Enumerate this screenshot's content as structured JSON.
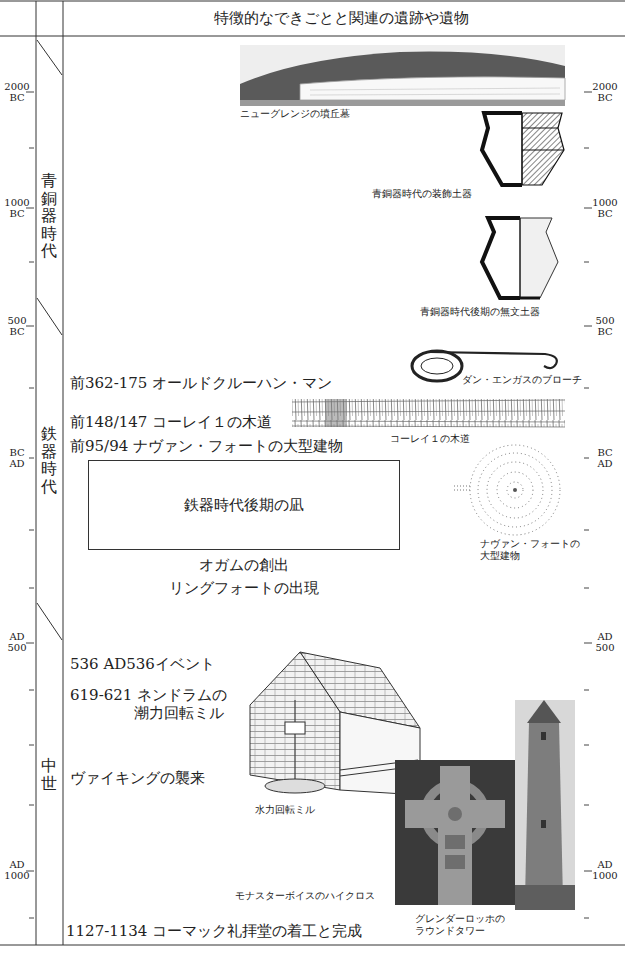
{
  "diagram": {
    "title": "特徴的なできごとと関連の遺跡や遺物",
    "nodes": [
      {
        "text": [
          "鉄器時代後期の凪"
        ]
      }
    ],
    "labels": [
      "2000 BC",
      "1000 BC",
      "500 BC",
      "BC AD",
      "AD 500",
      "AD 1000",
      "青銅器時代",
      "鉄器時代",
      "中世",
      "2000 BC",
      "1000 BC",
      "500 BC",
      "BC AD",
      "AD 500",
      "AD 1000",
      "ニューグレンジの墳丘墓",
      "青銅器時代の装飾土器",
      "青銅器時代後期の無文土器",
      "前362-175 オールドクルーハン・マン",
      "ダン・エンガスのブローチ",
      "前148/147 コーレイ１の木道",
      "コーレイ１の木道",
      "前95/94 ナヴァン・フォートの大型建物",
      "ナヴァン・フォートの 大型建物",
      "オガムの創出",
      "リングフォートの出現",
      "536 AD536イベント",
      "619-621 ネンドラムの 潮力回転ミル",
      "ヴァイキングの襲来",
      "水力回転ミル",
      "モナスターボイスのハイクロス",
      "グレンダーロッホの ラウンドタワー",
      "1127-1134 コーマック礼拝堂の着工と完成"
    ]
  }
}
